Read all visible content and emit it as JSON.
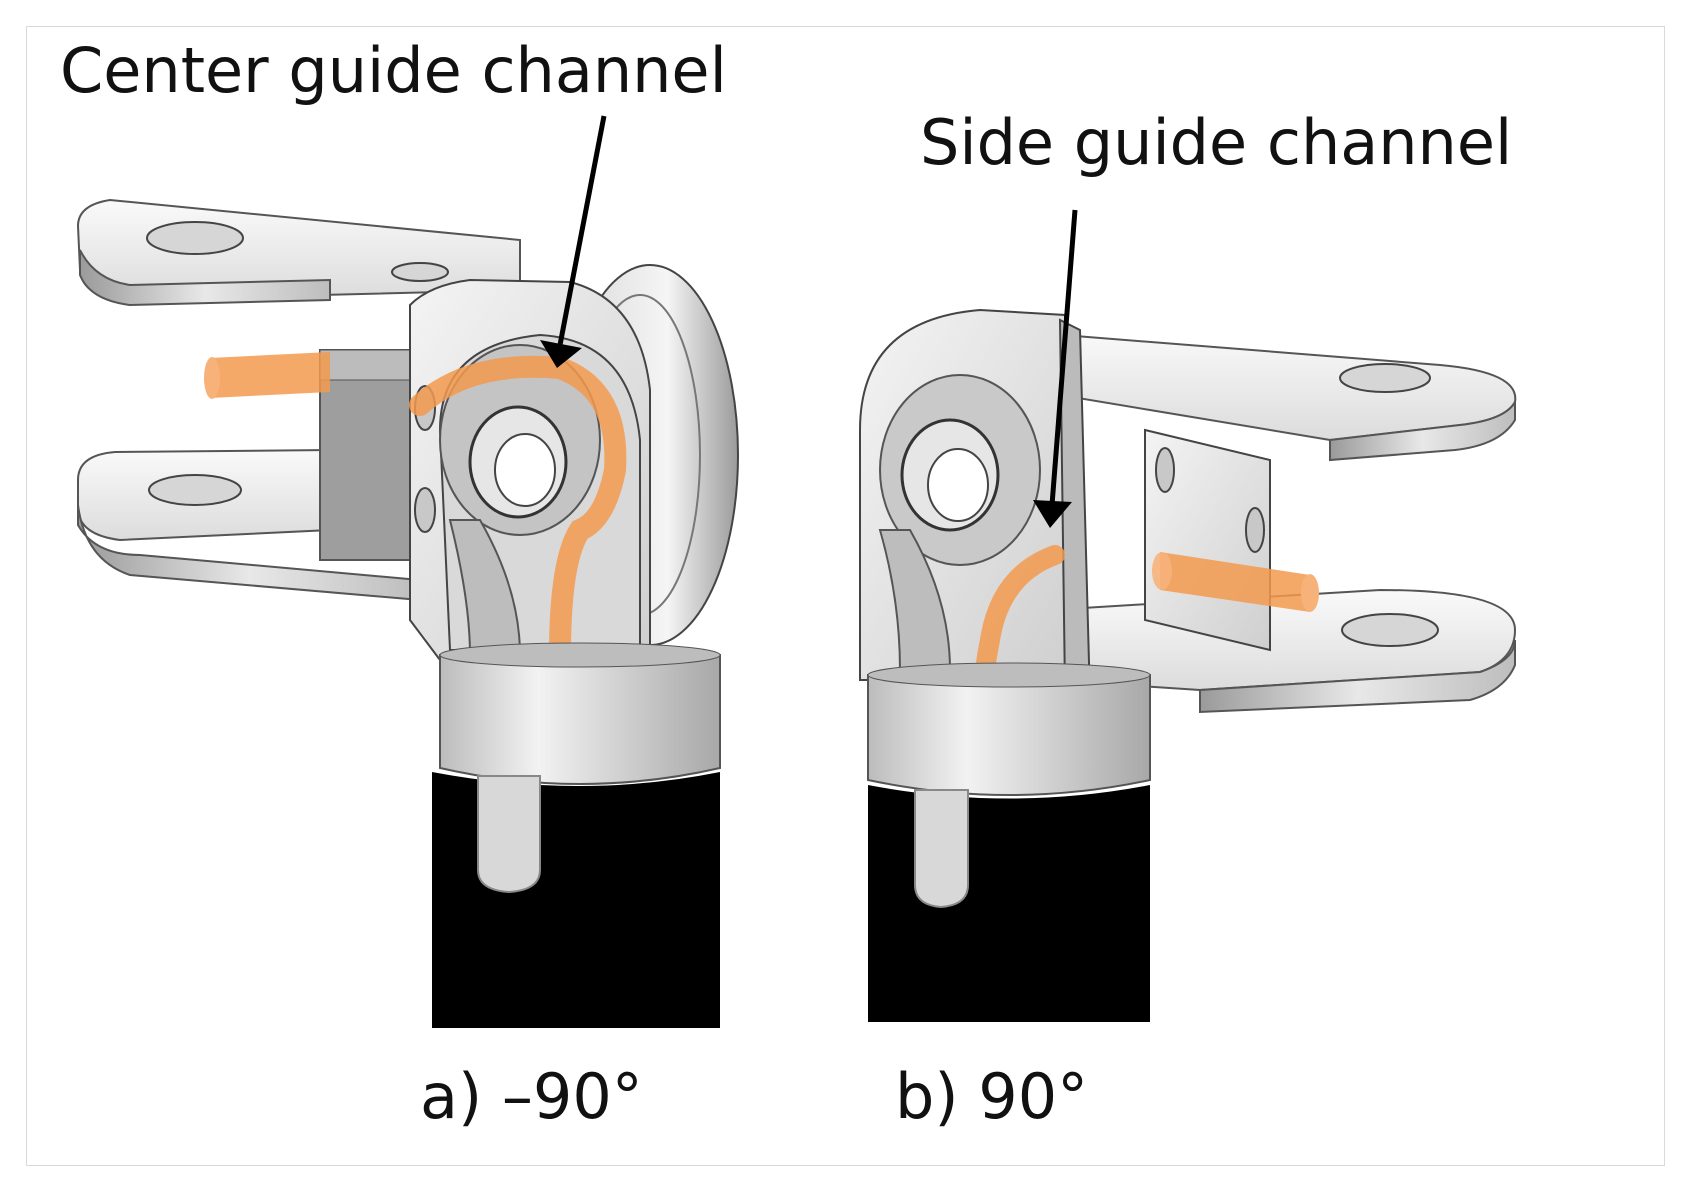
{
  "labels": {
    "center_guide_channel": "Center guide channel",
    "side_guide_channel": "Side guide channel"
  },
  "captions": {
    "a": "a) –90°",
    "b": "b) 90°"
  },
  "colors": {
    "channel_orange": "#f39a4f",
    "metal_light": "#eeeeee",
    "metal_mid": "#c9c9c9",
    "metal_dark": "#8c8c8c",
    "tube_black": "#000000"
  }
}
